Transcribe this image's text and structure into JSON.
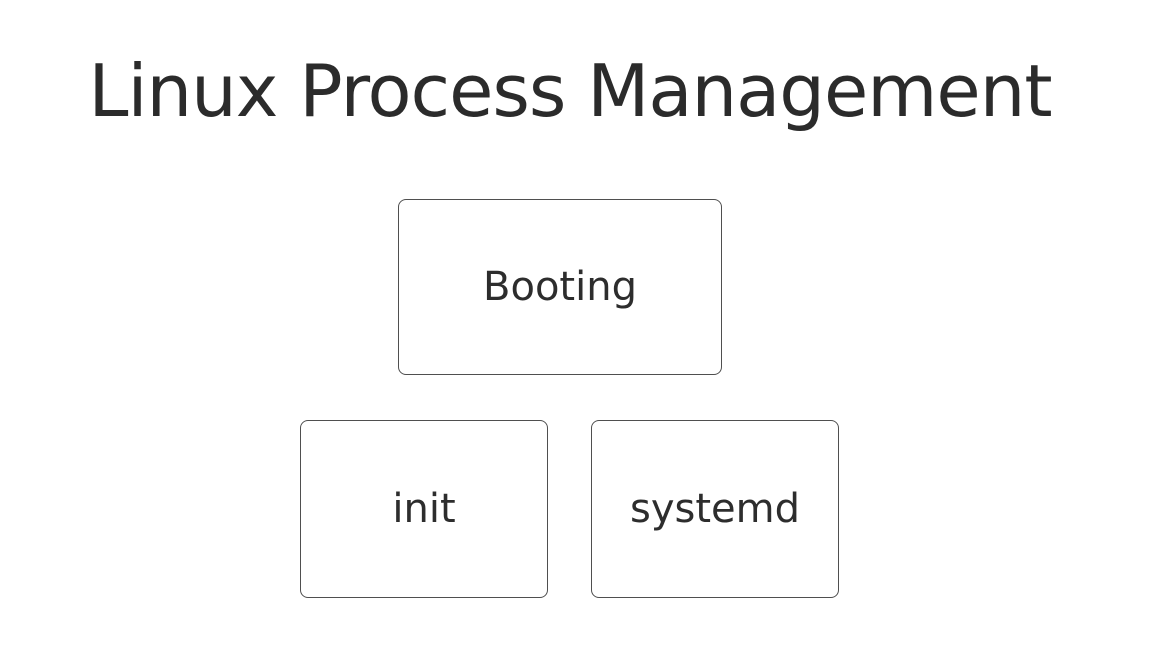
{
  "page": {
    "title": "Linux Process Management",
    "background_color": "#ffffff",
    "title_color": "#2b2b2b"
  },
  "diagram": {
    "root": {
      "id": "booting",
      "label": "Booting"
    },
    "children": [
      {
        "id": "init",
        "label": "init"
      },
      {
        "id": "systemd",
        "label": "systemd"
      }
    ],
    "node_style": {
      "border_color": "#4f4f4f",
      "background_color": "#ffffff",
      "text_color": "#2d2d2d"
    }
  }
}
